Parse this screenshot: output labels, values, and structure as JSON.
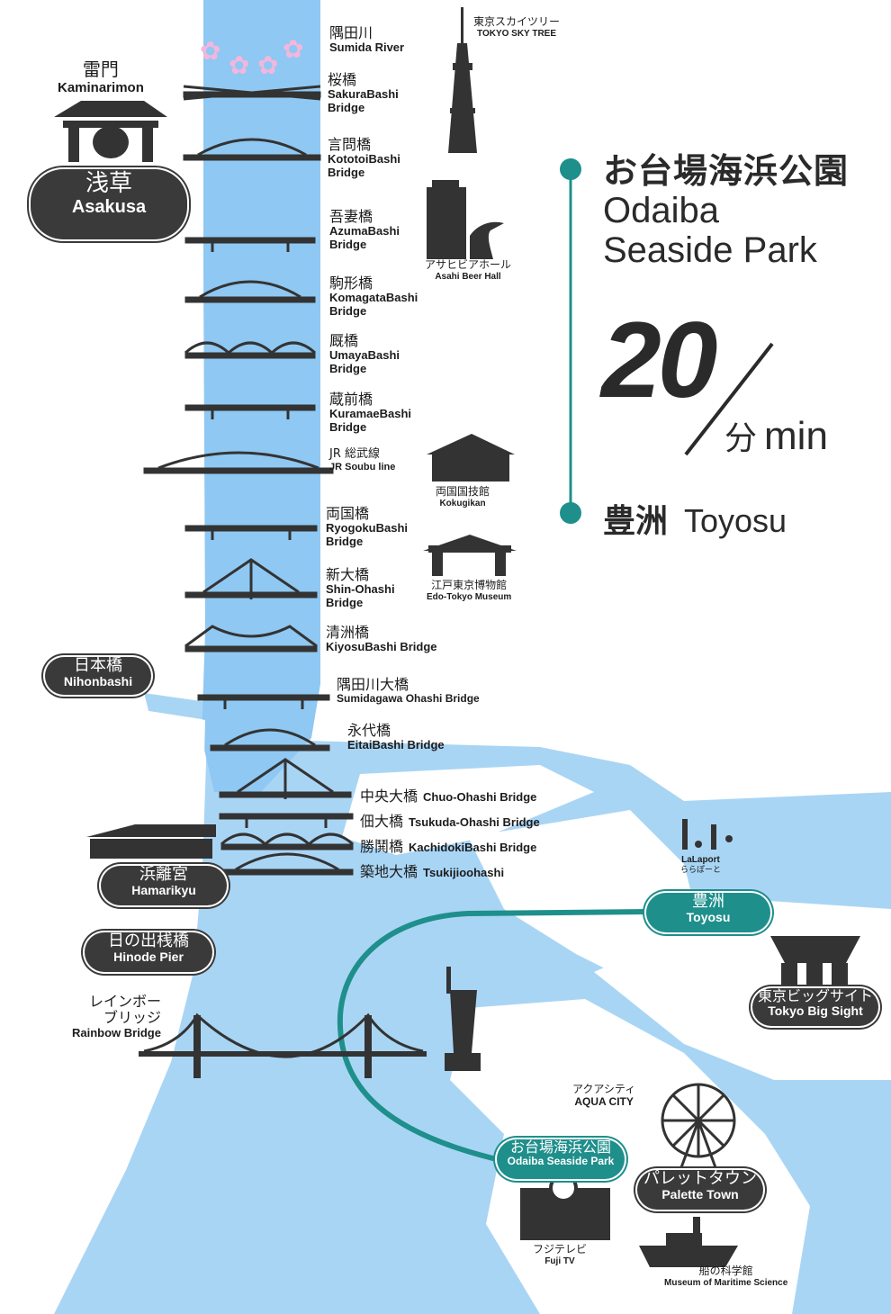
{
  "route": {
    "title_jp": "お台場海浜公園",
    "title_en_line1": "Odaiba",
    "title_en_line2": "Seaside Park",
    "duration": "20",
    "unit_jp": "分",
    "unit_en": "min",
    "dest_jp": "豊洲",
    "dest_en": "Toyosu",
    "color": "#1f8f8c"
  },
  "colors": {
    "water": "#a9d5f5",
    "river": "#8fc8f2",
    "ink": "#333333",
    "route": "#1f8f8c"
  },
  "river": {
    "jp": "隅田川",
    "en": "Sumida River"
  },
  "bridges": [
    {
      "jp": "桜橋",
      "en1": "SakuraBashi",
      "en2": "Bridge"
    },
    {
      "jp": "言問橋",
      "en1": "KototoiBashi",
      "en2": "Bridge"
    },
    {
      "jp": "吾妻橋",
      "en1": "AzumaBashi",
      "en2": "Bridge"
    },
    {
      "jp": "駒形橋",
      "en1": "KomagataBashi",
      "en2": "Bridge"
    },
    {
      "jp": "厩橋",
      "en1": "UmayaBashi",
      "en2": "Bridge"
    },
    {
      "jp": "蔵前橋",
      "en1": "KuramaeBashi",
      "en2": "Bridge"
    },
    {
      "jp": "JR 総武線",
      "en1": "JR Soubu line",
      "en2": ""
    },
    {
      "jp": "両国橋",
      "en1": "RyogokuBashi",
      "en2": "Bridge"
    },
    {
      "jp": "新大橋",
      "en1": "Shin-Ohashi",
      "en2": "Bridge"
    },
    {
      "jp": "清洲橋",
      "en1": "KiyosuBashi Bridge",
      "en2": ""
    },
    {
      "jp": "隅田川大橋",
      "en1": "Sumidagawa Ohashi Bridge",
      "en2": ""
    },
    {
      "jp": "永代橋",
      "en1": "EitaiBashi Bridge",
      "en2": ""
    },
    {
      "jp": "中央大橋",
      "en1": "Chuo-Ohashi Bridge",
      "en2": ""
    },
    {
      "jp": "佃大橋",
      "en1": "Tsukuda-Ohashi Bridge",
      "en2": ""
    },
    {
      "jp": "勝鬨橋",
      "en1": "KachidokiBashi Bridge",
      "en2": ""
    },
    {
      "jp": "築地大橋",
      "en1": "Tsukijioohashi",
      "en2": ""
    }
  ],
  "landmarks": {
    "skytree": {
      "jp": "東京スカイツリー",
      "en": "TOKYO SKY TREE"
    },
    "asahi": {
      "jp": "アサヒビアホール",
      "en": "Asahi Beer Hall"
    },
    "kokugikan": {
      "jp": "両国国技館",
      "en": "Kokugikan"
    },
    "edo": {
      "jp": "江戸東京博物館",
      "en": "Edo-Tokyo Museum"
    },
    "kaminarimon": {
      "jp": "雷門",
      "en": "Kaminarimon"
    },
    "lalaport": {
      "en": "LaLaport",
      "jp": "ららぽーと"
    },
    "aquacity": {
      "jp": "アクアシティ",
      "en": "AQUA CITY"
    },
    "fujitv": {
      "jp": "フジテレビ",
      "en": "Fuji TV"
    },
    "maritime": {
      "jp": "船の科学館",
      "en": "Museum of Maritime Science"
    },
    "rainbow": {
      "jp1": "レインボー",
      "jp2": "ブリッジ",
      "en": "Rainbow Bridge"
    }
  },
  "stations": {
    "asakusa": {
      "jp": "浅草",
      "en": "Asakusa"
    },
    "nihonbashi": {
      "jp": "日本橋",
      "en": "Nihonbashi"
    },
    "hamarikyu": {
      "jp": "浜離宮",
      "en": "Hamarikyu"
    },
    "hinode": {
      "jp": "日の出桟橋",
      "en": "Hinode Pier"
    },
    "toyosu": {
      "jp": "豊洲",
      "en": "Toyosu"
    },
    "bigsight": {
      "jp": "東京ビッグサイト",
      "en": "Tokyo Big Sight"
    },
    "odaiba": {
      "jp": "お台場海浜公園",
      "en": "Odaiba Seaside Park"
    },
    "palette": {
      "jp": "パレットタウン",
      "en": "Palette Town"
    }
  }
}
